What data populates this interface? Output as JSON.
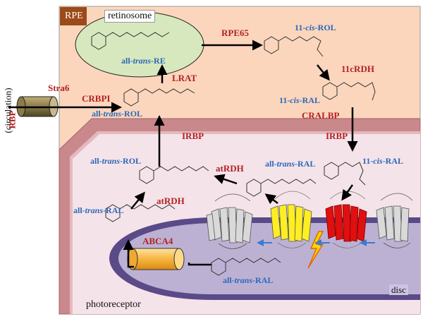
{
  "regions": {
    "rpe": "RPE",
    "retinosome": "retinosome",
    "photoreceptor": "photoreceptor",
    "disc": "disc",
    "circulation": "(circulation)"
  },
  "proteins": {
    "rbp": "RBP",
    "stra6": "Stra6",
    "crbpi": "CRBPI",
    "lrat": "LRAT",
    "rpe65": "RPE65",
    "rdh11c": "11cRDH",
    "cralbp": "CRALBP",
    "irbp_left": "IRBP",
    "irbp_right": "IRBP",
    "atrdh_top": "atRDH",
    "atrdh_bottom": "atRDH",
    "abca4": "ABCA4"
  },
  "retinoids": {
    "all_trans_re": {
      "prefix": "all-",
      "italic": "trans",
      "suffix": "-RE"
    },
    "cis_rol_11": {
      "prefix": "11-",
      "italic": "cis",
      "suffix": "-ROL"
    },
    "cis_ral_11_rpe": {
      "prefix": "11-",
      "italic": "cis",
      "suffix": "-RAL"
    },
    "all_trans_rol_rpe": {
      "prefix": "all-",
      "italic": "trans",
      "suffix": "-ROL"
    },
    "all_trans_rol_pr": {
      "prefix": "all-",
      "italic": "trans",
      "suffix": "-ROL"
    },
    "cis_ral_11_pr": {
      "prefix": "11-",
      "italic": "cis",
      "suffix": "-RAL"
    },
    "all_trans_ral_mid": {
      "prefix": "all-",
      "italic": "trans",
      "suffix": "-RAL"
    },
    "all_trans_ral_left": {
      "prefix": "all-",
      "italic": "trans",
      "suffix": "-RAL"
    },
    "all_trans_ral_disc": {
      "prefix": "all-",
      "italic": "trans",
      "suffix": "-RAL"
    }
  },
  "colors": {
    "rpe_fill": "#fbd6bd",
    "rpe_tag": "#9b4a18",
    "retinosome_fill": "#d7e8be",
    "membrane": "#c9888c",
    "photoreceptor_fill": "#f5e3ea",
    "disc_fill": "#bdb1d3",
    "disc_rim": "#5b4a88",
    "enzyme_text": "#b22222",
    "retinoid_text": "#2a68b8",
    "rhodopsin_active": "#ffee22",
    "rhodopsin_dark": "#e01010",
    "opsin": "#d9d9d9",
    "abca4_fill": "#fbc35e"
  },
  "icons": [
    "lightning-bolt-icon"
  ]
}
